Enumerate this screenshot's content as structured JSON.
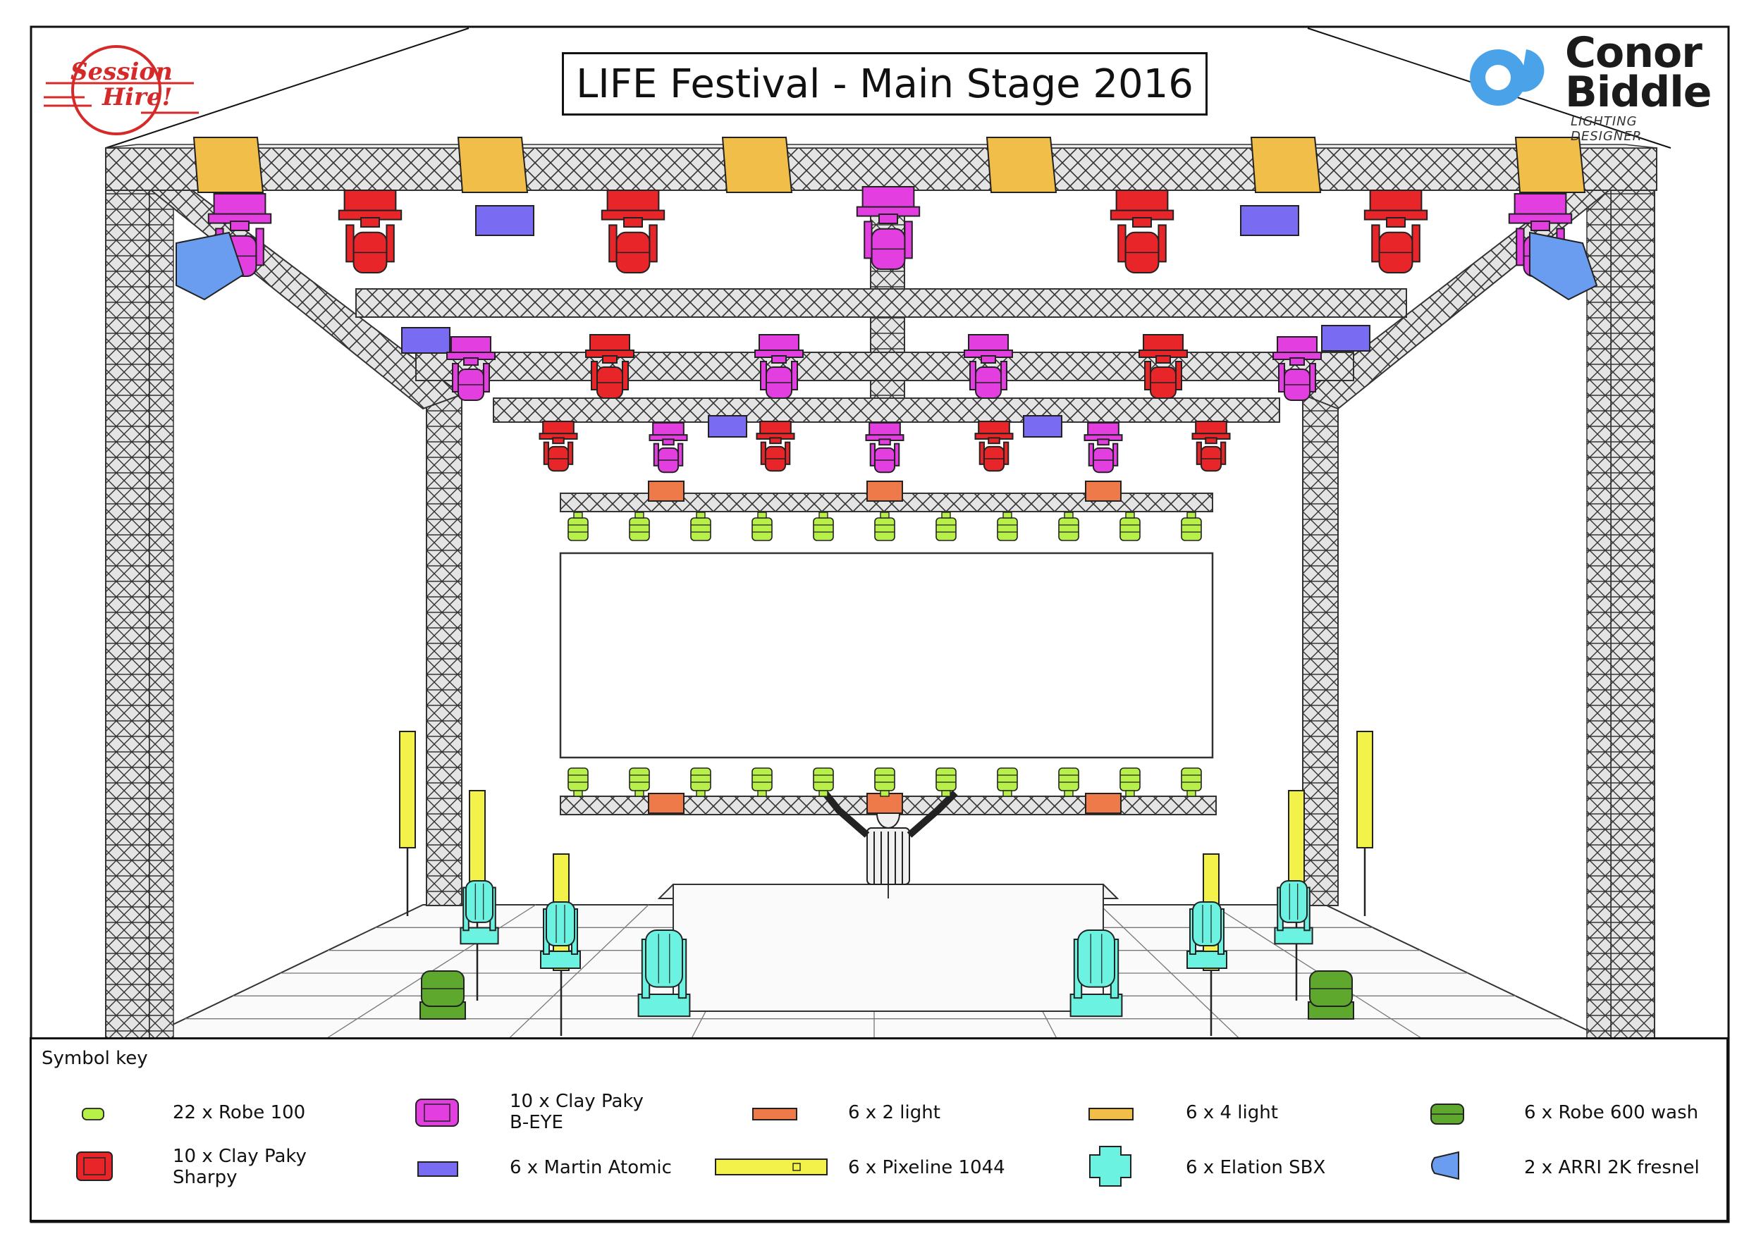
{
  "title": "LIFE Festival - Main Stage 2016",
  "logos": {
    "left": {
      "line1": "Session",
      "line2": "Hire!",
      "color": "#d62a2a"
    },
    "right": {
      "line1": "Conor",
      "line2": "Biddle",
      "subtitle": "LIGHTING DESIGNER",
      "color": "#4aa3e8"
    }
  },
  "colors": {
    "robe100": "#b8f04a",
    "sharpy": "#e8262a",
    "beye": "#e23ee0",
    "atomic": "#7a6cf2",
    "twolight": "#ee7a4a",
    "pixeline": "#f2f24a",
    "fourlight": "#f2be4a",
    "sbx": "#6cf2e0",
    "robe600": "#5ea82e",
    "arri": "#6a9cf0",
    "truss": "#cccccc",
    "stroke": "#222222"
  },
  "key": {
    "title": "Symbol key",
    "items": [
      {
        "label": "22 x Robe 100",
        "icon": "robe-100-icon"
      },
      {
        "label": "10 x Clay Paky Sharpy",
        "line1": "10 x Clay Paky",
        "line2": "Sharpy",
        "icon": "clay-paky-sharpy-icon"
      },
      {
        "label": "10 x Clay Paky B-EYE",
        "line1": "10 x Clay Paky",
        "line2": "B-EYE",
        "icon": "clay-paky-beye-icon"
      },
      {
        "label": "6 x Martin Atomic",
        "icon": "martin-atomic-icon"
      },
      {
        "label": "6 x 2 light",
        "icon": "two-light-icon"
      },
      {
        "label": "6 x Pixeline 1044",
        "icon": "pixeline-icon"
      },
      {
        "label": "6 x 4 light",
        "icon": "four-light-icon"
      },
      {
        "label": "6 x Elation SBX",
        "icon": "elation-sbx-icon"
      },
      {
        "label": "6 x Robe 600 wash",
        "icon": "robe-600-wash-icon"
      },
      {
        "label": "2 x ARRI 2K fresnel",
        "icon": "arri-fresnel-icon"
      }
    ]
  }
}
